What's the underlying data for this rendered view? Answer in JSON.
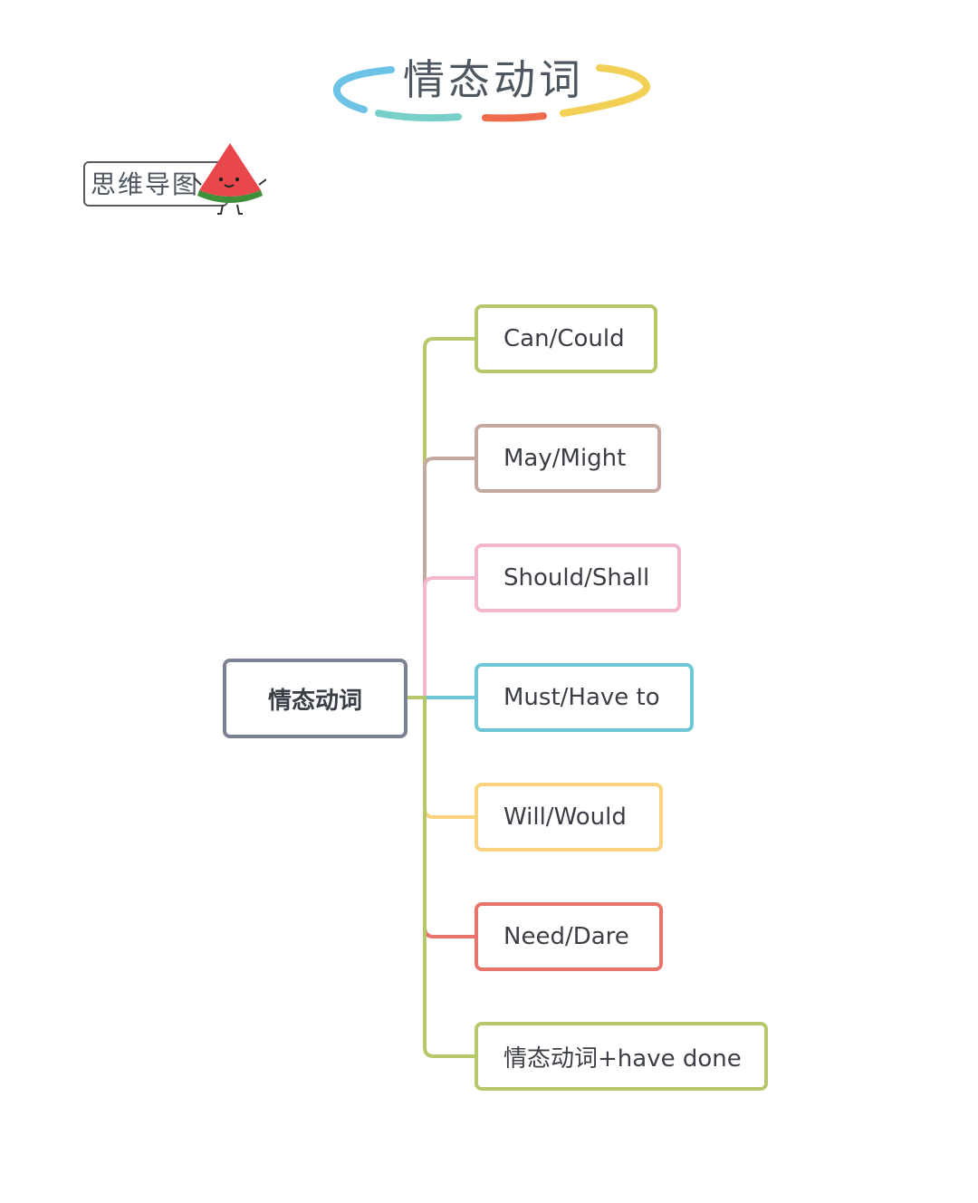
{
  "title": "情态动词",
  "badge": {
    "text": "思维导图"
  },
  "root": {
    "label": "情态动词",
    "color": "#7a8293"
  },
  "branches": [
    {
      "label": "Can/Could",
      "color": "#b5c96a"
    },
    {
      "label": "May/Might",
      "color": "#c4aaa1"
    },
    {
      "label": "Should/Shall",
      "color": "#f3b6cf"
    },
    {
      "label": "Must/Have to",
      "color": "#6fc6d6"
    },
    {
      "label": "Will/Would",
      "color": "#f6d37c"
    },
    {
      "label": "Need/Dare",
      "color": "#e9746b"
    },
    {
      "label": "情态动词+have done",
      "color": "#b5c96a"
    }
  ],
  "decoration": {
    "title_arc_colors": [
      "#6cc3e6",
      "#78cfc8",
      "#ee6b4e",
      "#f2d056"
    ],
    "icon": "watermelon-icon"
  }
}
